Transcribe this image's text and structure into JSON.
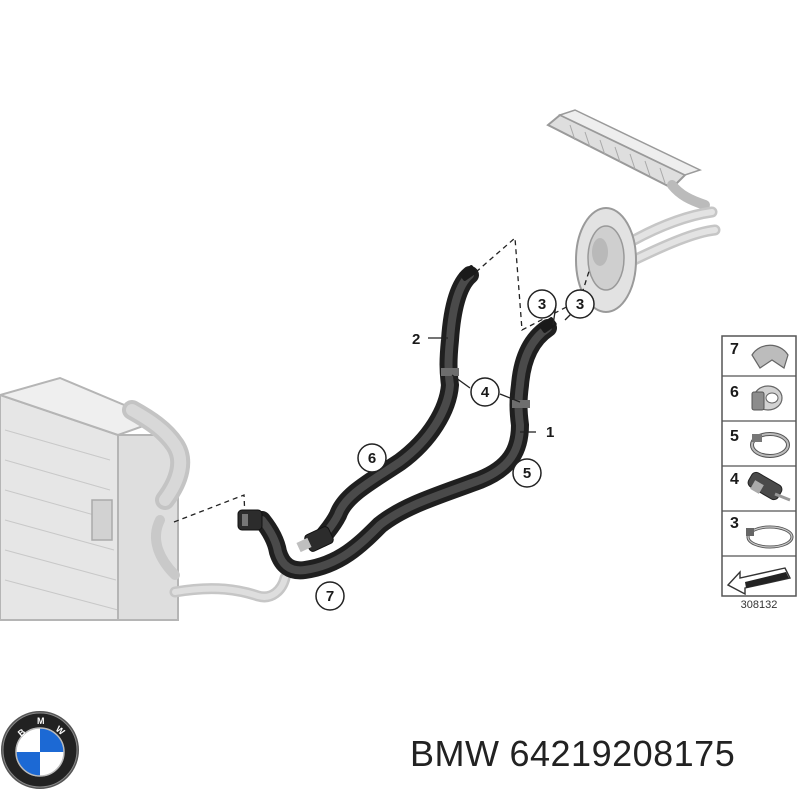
{
  "diagram": {
    "id": "308132",
    "callouts": [
      {
        "num": "1"
      },
      {
        "num": "2"
      },
      {
        "num": "3"
      },
      {
        "num": "3"
      },
      {
        "num": "4"
      },
      {
        "num": "5"
      },
      {
        "num": "6"
      },
      {
        "num": "7"
      }
    ],
    "legend": [
      {
        "num": "7",
        "part": "clamp-bracket"
      },
      {
        "num": "6",
        "part": "hose-clip"
      },
      {
        "num": "5",
        "part": "spring-band-clamp"
      },
      {
        "num": "4",
        "part": "quick-coupling"
      },
      {
        "num": "3",
        "part": "hose-clamp"
      }
    ]
  },
  "footer": {
    "brand": "BMW",
    "part_number": "64219208175"
  },
  "colors": {
    "hose": "#2b2b2b",
    "ghost_part": "#cfcfcf",
    "ghost_stroke": "#9a9a9a",
    "bmw_blue": "#1c69d4",
    "bmw_ring": "#111111"
  }
}
